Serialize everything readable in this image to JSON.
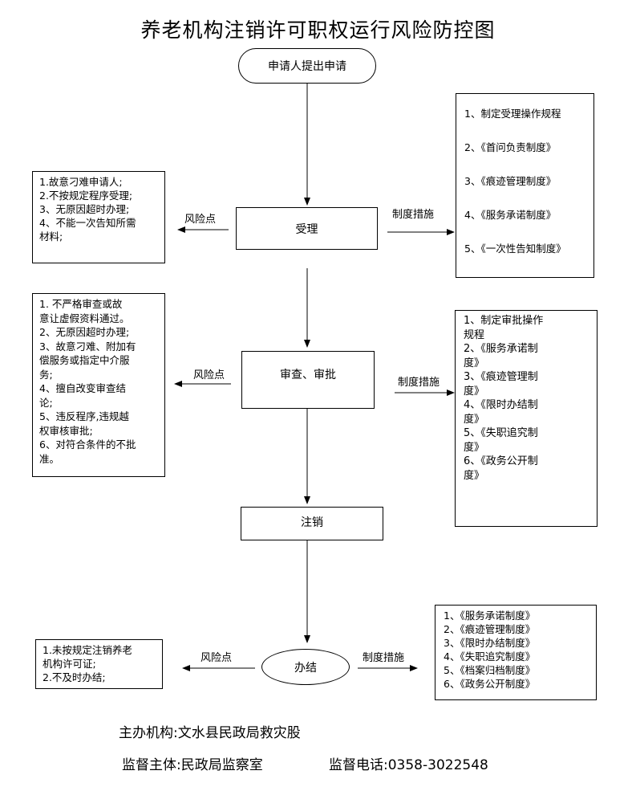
{
  "title": "养老机构注销许可职权运行风险防控图",
  "flow": {
    "apply": "申请人提出申请",
    "accept": "受理",
    "review": "审查、审批",
    "cancel": "注销",
    "conclude": "办结"
  },
  "labels": {
    "risk": "风险点",
    "measure": "制度措施"
  },
  "accept_risks": [
    "1.故意刁难申请人;",
    "2.不按规定程序受理;",
    "3、无原因超时办理;",
    "4、不能一次告知所需",
    "材料;"
  ],
  "accept_measures": [
    "1、制定受理操作规程",
    "2、《首问负责制度》",
    "3、《痕迹管理制度》",
    "4、《服务承诺制度》",
    "5、《一次性告知制度》"
  ],
  "review_risks": [
    "1. 不严格审查或故",
    "意让虚假资料通过。",
    "2、无原因超时办理;",
    "3、故意刁难、附加有",
    "偿服务或指定中介服",
    "务;",
    "4、擅自改变审查结",
    "论;",
    "5、违反程序,违规越",
    "权审核审批;",
    "6、对符合条件的不批",
    "准。"
  ],
  "review_measures": [
    "1、制定审批操作",
    "规程",
    "2、《服务承诺制",
    "度》",
    "3、《痕迹管理制",
    "度》",
    "4、《限时办结制",
    "度》",
    "5、《失职追究制",
    "度》",
    "6、《政务公开制",
    "度》"
  ],
  "conclude_risks": [
    "1.未按规定注销养老",
    "机构许可证;",
    "2.不及时办结;"
  ],
  "conclude_measures": [
    "1、《服务承诺制度》",
    "2、《痕迹管理制度》",
    "3、《限时办结制度》",
    "4、《失职追究制度》",
    "5、《档案归档制度》",
    "6、《政务公开制度》"
  ],
  "footer": {
    "host": "主办机构:文水县民政局救灾股",
    "supervisor": "监督主体:民政局监察室",
    "phone": "监督电话:0358-3022548"
  }
}
